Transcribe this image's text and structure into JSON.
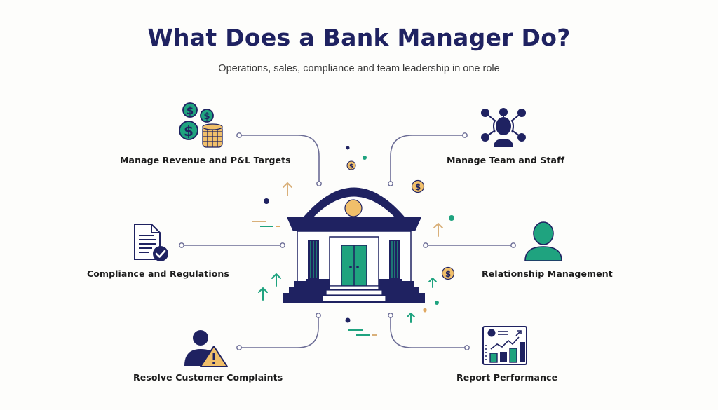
{
  "header": {
    "title": "What Does a Bank Manager Do?",
    "subtitle": "Operations, sales, compliance and team leadership in one role"
  },
  "center": {
    "icon": "bank-building-icon"
  },
  "roles": [
    {
      "id": "revenue",
      "label": "Manage Revenue and P&L Targets",
      "icon": "money-coins-icon",
      "position": "top-left"
    },
    {
      "id": "team",
      "label": "Manage Team and Staff",
      "icon": "team-network-icon",
      "position": "top-right"
    },
    {
      "id": "compliance",
      "label": "Compliance and Regulations",
      "icon": "document-check-icon",
      "position": "middle-left"
    },
    {
      "id": "relationship",
      "label": "Relationship Management",
      "icon": "person-icon",
      "position": "middle-right"
    },
    {
      "id": "complaints",
      "label": "Resolve Customer Complaints",
      "icon": "person-warning-icon",
      "position": "bottom-left"
    },
    {
      "id": "report",
      "label": "Report Performance",
      "icon": "performance-chart-icon",
      "position": "bottom-right"
    }
  ],
  "colors": {
    "navy": "#1f2261",
    "teal": "#1fa37f",
    "gold": "#f0bf6a",
    "tan": "#d9b07a",
    "line": "#6b6c95",
    "background": "#fdfdfb"
  }
}
